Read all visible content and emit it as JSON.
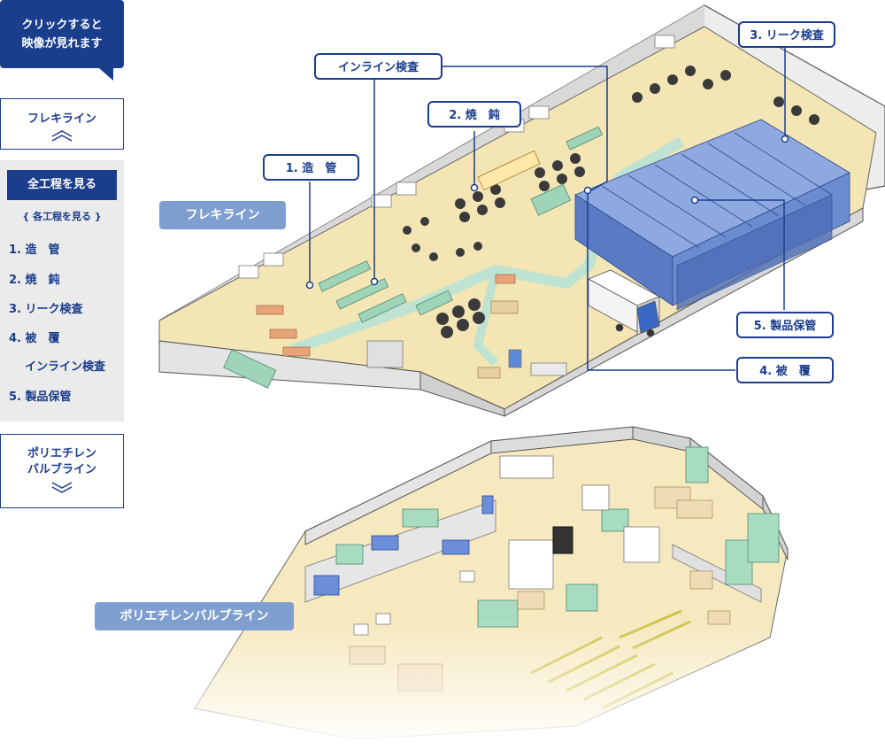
{
  "tooltip": {
    "line1": "クリックすると",
    "line2": "映像が見れます"
  },
  "nav": {
    "flex_button": "フレキライン",
    "poly_button_line1": "ポリエチレン",
    "poly_button_line2": "バルブライン"
  },
  "menu": {
    "all_button": "全工程を見る",
    "subtitle": "{ 各工程を見る }",
    "items": [
      {
        "label": "1. 造　管"
      },
      {
        "label": "2. 焼　鈍"
      },
      {
        "label": "3. リーク検査"
      },
      {
        "label": "4. 被　覆"
      },
      {
        "label": "インライン検査"
      },
      {
        "label": "5. 製品保管"
      }
    ]
  },
  "callouts": {
    "inline": "インライン検査",
    "annealing": "2. 焼　鈍",
    "pipe": "1. 造　管",
    "leak": "3. リーク検査",
    "storage": "5. 製品保管",
    "coating": "4. 被　覆"
  },
  "areas": {
    "flex_line": "フレキライン",
    "poly_line": "ポリエチレンバルブライン"
  },
  "colors": {
    "navy": "#1a3d8c",
    "floor": "#f4e5b4",
    "path": "#bfe3d2",
    "rack": "#5a7bc4",
    "label_bg": "#7f9fd0"
  }
}
